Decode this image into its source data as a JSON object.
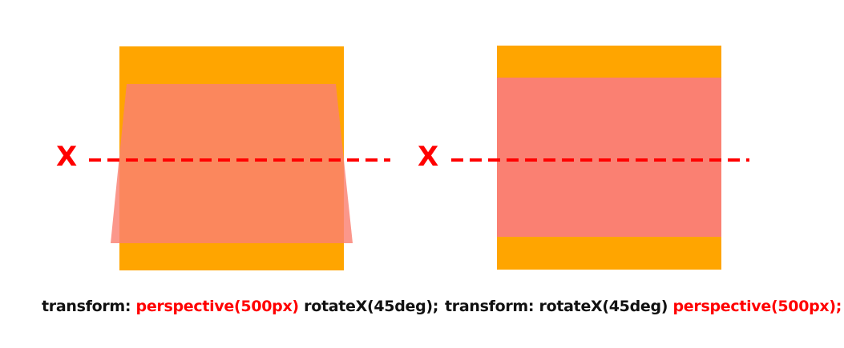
{
  "colors": {
    "base_square": "#ffa500",
    "transformed_square": "#fa8072",
    "axis": "#ff0000",
    "highlight_text": "#ff0000",
    "plain_text": "#111111"
  },
  "panels": [
    {
      "axis_label": "X",
      "code": {
        "property": "transform:",
        "part1": "perspective(500px)",
        "part2": "rotateX(45deg);",
        "part1_highlight": true,
        "part2_highlight": false
      }
    },
    {
      "axis_label": "X",
      "code": {
        "property": "transform:",
        "part1": "rotateX(45deg)",
        "part2": "perspective(500px);",
        "part1_highlight": false,
        "part2_highlight": true
      }
    }
  ]
}
